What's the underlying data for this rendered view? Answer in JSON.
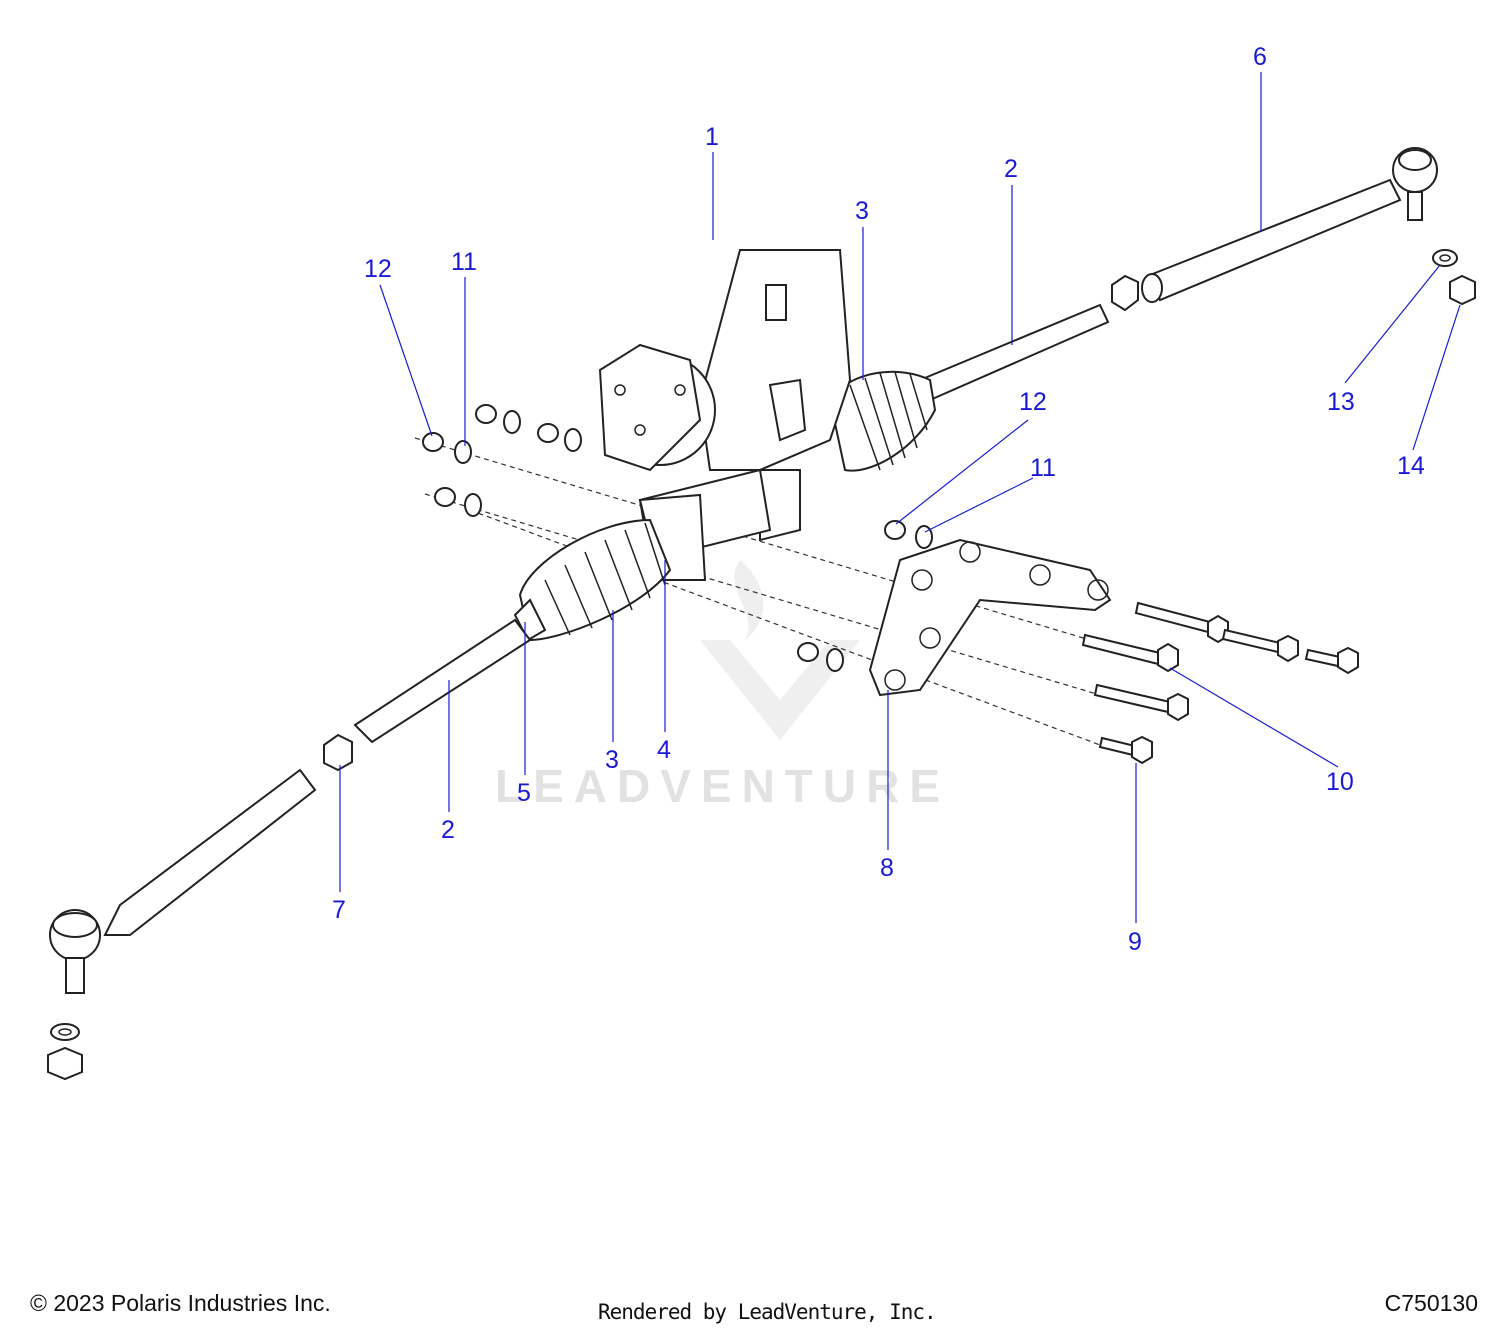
{
  "diagram": {
    "callouts": [
      {
        "id": "c1",
        "label": "1"
      },
      {
        "id": "c2a",
        "label": "2"
      },
      {
        "id": "c2b",
        "label": "2"
      },
      {
        "id": "c3a",
        "label": "3"
      },
      {
        "id": "c3b",
        "label": "3"
      },
      {
        "id": "c4",
        "label": "4"
      },
      {
        "id": "c5",
        "label": "5"
      },
      {
        "id": "c6",
        "label": "6"
      },
      {
        "id": "c7",
        "label": "7"
      },
      {
        "id": "c8",
        "label": "8"
      },
      {
        "id": "c9",
        "label": "9"
      },
      {
        "id": "c10",
        "label": "10"
      },
      {
        "id": "c11a",
        "label": "11"
      },
      {
        "id": "c11b",
        "label": "11"
      },
      {
        "id": "c12a",
        "label": "12"
      },
      {
        "id": "c12b",
        "label": "12"
      },
      {
        "id": "c13",
        "label": "13"
      },
      {
        "id": "c14",
        "label": "14"
      }
    ],
    "watermark": "LEADVENTURE"
  },
  "footer": {
    "copyright": "© 2023 Polaris Industries Inc.",
    "rendered_by": "Rendered by LeadVenture, Inc.",
    "diagram_code": "C750130"
  },
  "colors": {
    "callout": "#1a1ad6",
    "line": "#222222",
    "watermark": "#d9d9d9"
  }
}
